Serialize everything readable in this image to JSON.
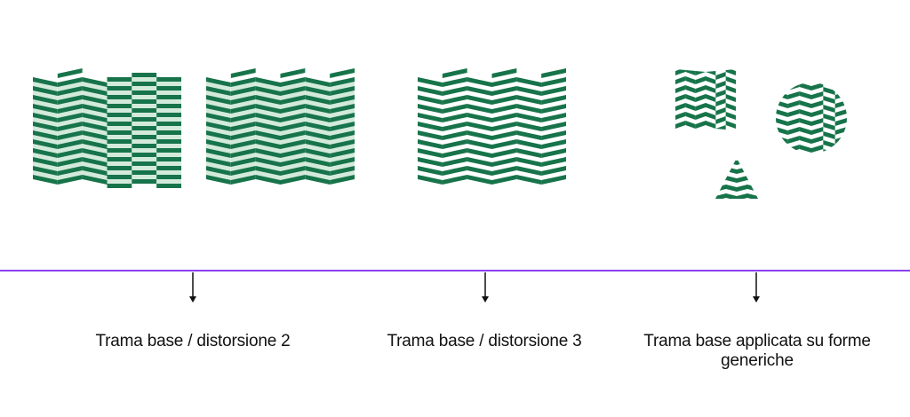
{
  "colors": {
    "dark": "#17744a",
    "light": "#d3eadb",
    "timeline": "#8a3ff0",
    "arrow": "#111111"
  },
  "labels": [
    "Trama base / distorsione 2",
    "Trama base / distorsione 3",
    "Trama base applicata su forme generiche"
  ]
}
